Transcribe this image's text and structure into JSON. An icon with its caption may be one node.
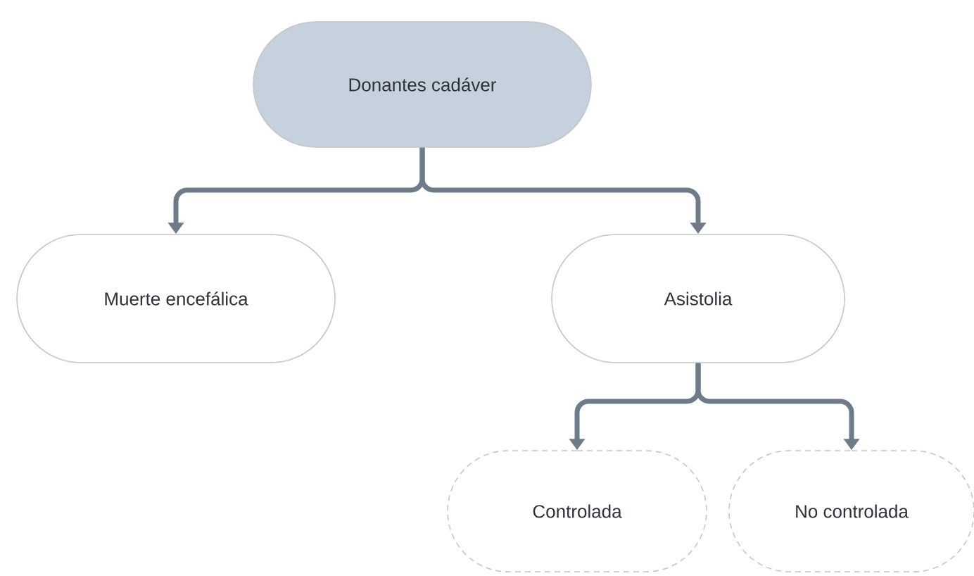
{
  "diagram": {
    "nodes": [
      {
        "text": [
          "Donantes cadáver"
        ]
      },
      {
        "text": [
          "Muerte encefálica"
        ]
      },
      {
        "text": [
          "Asistolia"
        ]
      },
      {
        "text": [
          "Controlada"
        ]
      },
      {
        "text": [
          "No controlada"
        ]
      }
    ],
    "edges": [
      {
        "from": 0,
        "to": 1,
        "arrow": "to"
      },
      {
        "from": 0,
        "to": 2,
        "arrow": "to"
      },
      {
        "from": 2,
        "to": 3,
        "arrow": "to"
      },
      {
        "from": 2,
        "to": 4,
        "arrow": "to"
      }
    ]
  }
}
